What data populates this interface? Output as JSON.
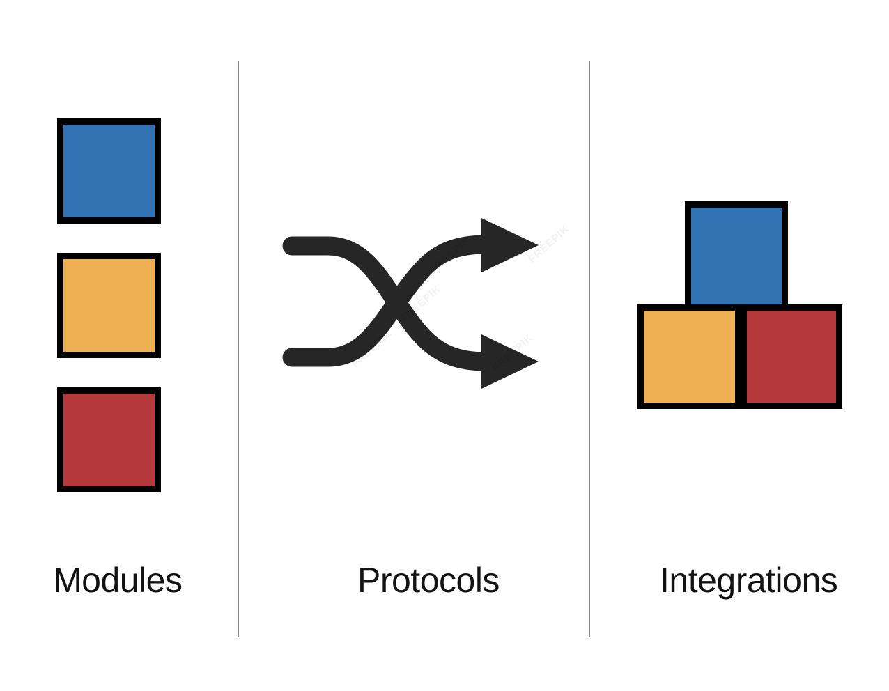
{
  "diagram": {
    "title": "Modules, Protocols, Integrations",
    "background_color": "#ffffff",
    "divider_color": "#888888",
    "border_color": "#000000",
    "icon_color": "#262626",
    "label_color": "#121212",
    "palette": {
      "blue": "#3173b3",
      "yellow": "#efb054",
      "red": "#b5383a"
    },
    "watermark_text": "FREEPIK"
  },
  "columns": [
    {
      "id": "modules",
      "label": "Modules",
      "icon_name": "three-stacked-squares-icon",
      "blocks": [
        {
          "name": "module-block-blue",
          "color_key": "blue"
        },
        {
          "name": "module-block-yellow",
          "color_key": "yellow"
        },
        {
          "name": "module-block-red",
          "color_key": "red"
        }
      ]
    },
    {
      "id": "protocols",
      "label": "Protocols",
      "icon_name": "shuffle-cross-arrows-icon",
      "arrow_count": 2
    },
    {
      "id": "integrations",
      "label": "Integrations",
      "icon_name": "pyramid-stacked-blocks-icon",
      "blocks": [
        {
          "name": "integration-block-blue",
          "color_key": "blue",
          "position": "top"
        },
        {
          "name": "integration-block-yellow",
          "color_key": "yellow",
          "position": "bottom-left"
        },
        {
          "name": "integration-block-red",
          "color_key": "red",
          "position": "bottom-right"
        }
      ]
    }
  ]
}
